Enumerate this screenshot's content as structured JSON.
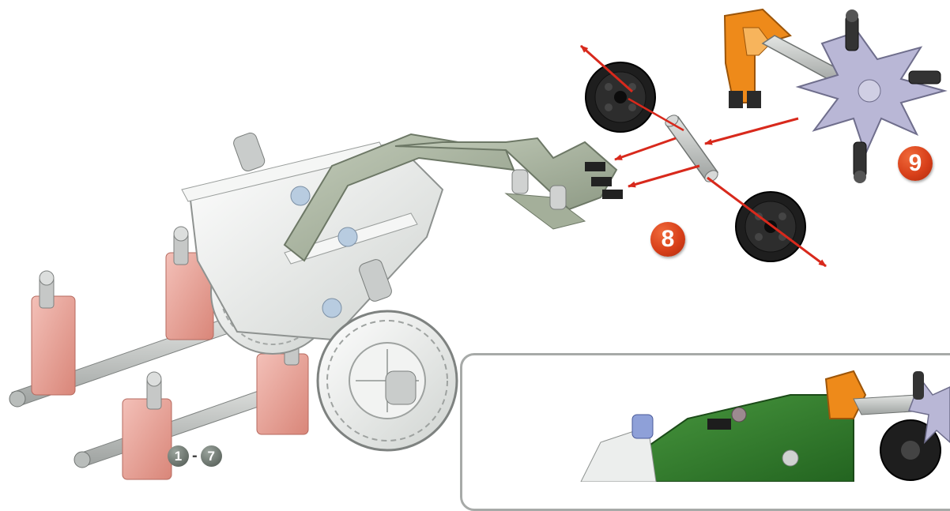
{
  "steps": {
    "current_a": "8",
    "current_b": "9",
    "range_start": "1",
    "range_separator": "-",
    "range_end": "7"
  },
  "colors": {
    "arrow": "#d8291c",
    "badge": "#d8401a",
    "green_part": "#2f7b2a",
    "grey_green_part": "#a9b59f",
    "orange_part": "#ee8a1a",
    "pink_part": "#eaa49c",
    "white_part": "#eef0ee",
    "lavender_part": "#b9b7d6",
    "wheel": "#1c1c1c"
  },
  "icons": {
    "wheel": "wheel-icon",
    "arrow": "arrow-icon"
  }
}
